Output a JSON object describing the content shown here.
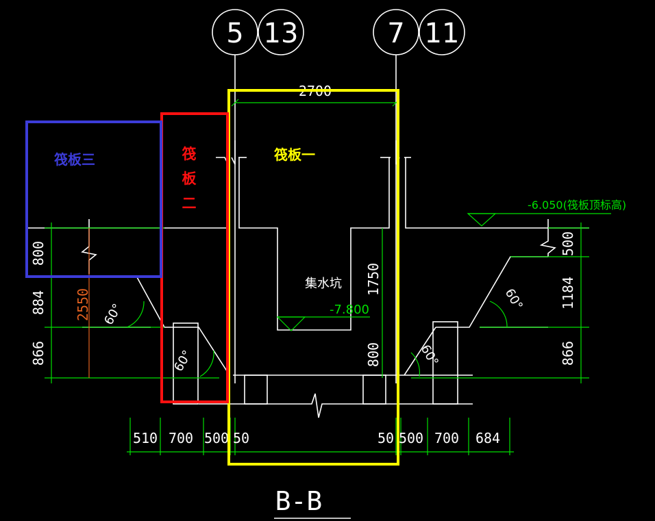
{
  "axis_bubbles": [
    "5",
    "13",
    "7",
    "11"
  ],
  "dimensions": {
    "top_width": "2700",
    "left_800": "800",
    "left_884": "884",
    "left_866": "866",
    "left_2550": "2550",
    "right_500": "500",
    "right_1184": "1184",
    "right_866": "866",
    "pit_1750": "1750",
    "pit_800": "800",
    "bottom": [
      "510",
      "700",
      "500",
      "50",
      "50",
      "500",
      "700",
      "684"
    ]
  },
  "angles": [
    "60°",
    "60°",
    "60°",
    "60°"
  ],
  "labels": {
    "pit_name": "集水坑",
    "pit_elev": "-7.800",
    "raft_top_elev": "-6.050(筏板顶标高)",
    "section_title": "B-B"
  },
  "annotations": {
    "raft_one": "筏板一",
    "raft_two_1": "筏",
    "raft_two_2": "板",
    "raft_two_3": "二",
    "raft_three": "筏板三"
  },
  "colors": {
    "raft_one": "#ffff00",
    "raft_two": "#ff1010",
    "raft_three": "#3c3cd8",
    "dimension": "#00e000",
    "hatch": "#1fa6a6",
    "dim_2550": "#e06020"
  }
}
